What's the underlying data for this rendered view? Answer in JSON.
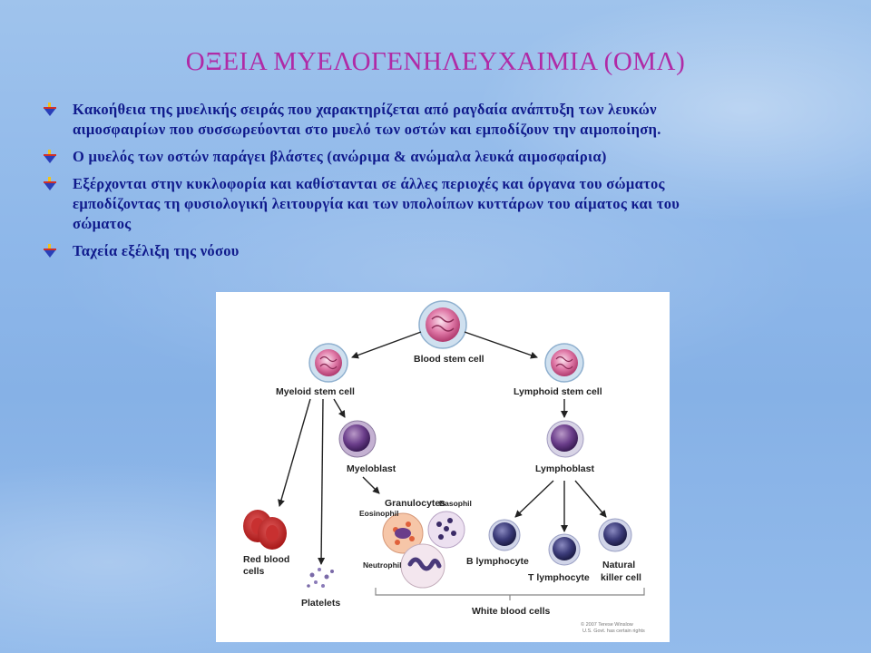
{
  "slide": {
    "title": "ΟΞΕΙΑ ΜΥΕΛΟΓΕΝΗΛΕΥΧΑΙΜΙΑ  (ΟΜΛ)",
    "colors": {
      "title": "#b02aa6",
      "bullet_text": "#101a8c"
    },
    "bullets": [
      {
        "line1": "Κακοήθεια της μυελικής σειράς που χαρακτηρίζεται από ραγδαία ανάπτυξη των λευκών",
        "line2": "αιμοσφαιρίων που συσσωρεύονται στο μυελό των οστών και εμποδίζουν την αιμοποίηση.",
        "line3": ""
      },
      {
        "line1": "Ο μυελός των οστών παράγει βλάστες (ανώριμα & ανώμαλα λευκά αιμοσφαίρια)",
        "line2": "",
        "line3": ""
      },
      {
        "line1": "Εξέρχονται στην κυκλοφορία και καθίστανται σε άλλες περιοχές και όργανα του σώματος",
        "line2": "εμποδίζοντας τη φυσιολογική λειτουργία και των υπολοίπων κυττάρων του αίματος και του",
        "line3": "σώματος"
      },
      {
        "line1": "Ταχεία εξέλιξη της νόσου",
        "line2": "",
        "line3": ""
      }
    ],
    "bullet_icon": "arrow-bullet-icon"
  },
  "diagram": {
    "blood_stem_cell": "Blood stem cell",
    "myeloid_stem_cell": "Myeloid stem cell",
    "lymphoid_stem_cell": "Lymphoid stem cell",
    "myeloblast": "Myeloblast",
    "lymphoblast": "Lymphoblast",
    "granulocytes": "Granulocytes",
    "eosinophil": "Eosinophil",
    "basophil": "Basophil",
    "neutrophil": "Neutrophil",
    "red_blood_cells_1": "Red blood",
    "red_blood_cells_2": "cells",
    "platelets": "Platelets",
    "b_lymphocyte": "B lymphocyte",
    "t_lymphocyte": "T lymphocyte",
    "natural_killer_1": "Natural",
    "natural_killer_2": "killer cell",
    "white_blood_cells": "White blood cells",
    "copyright_1": "© 2007 Terese Winslow",
    "copyright_2": "U.S. Govt. has certain rights"
  }
}
